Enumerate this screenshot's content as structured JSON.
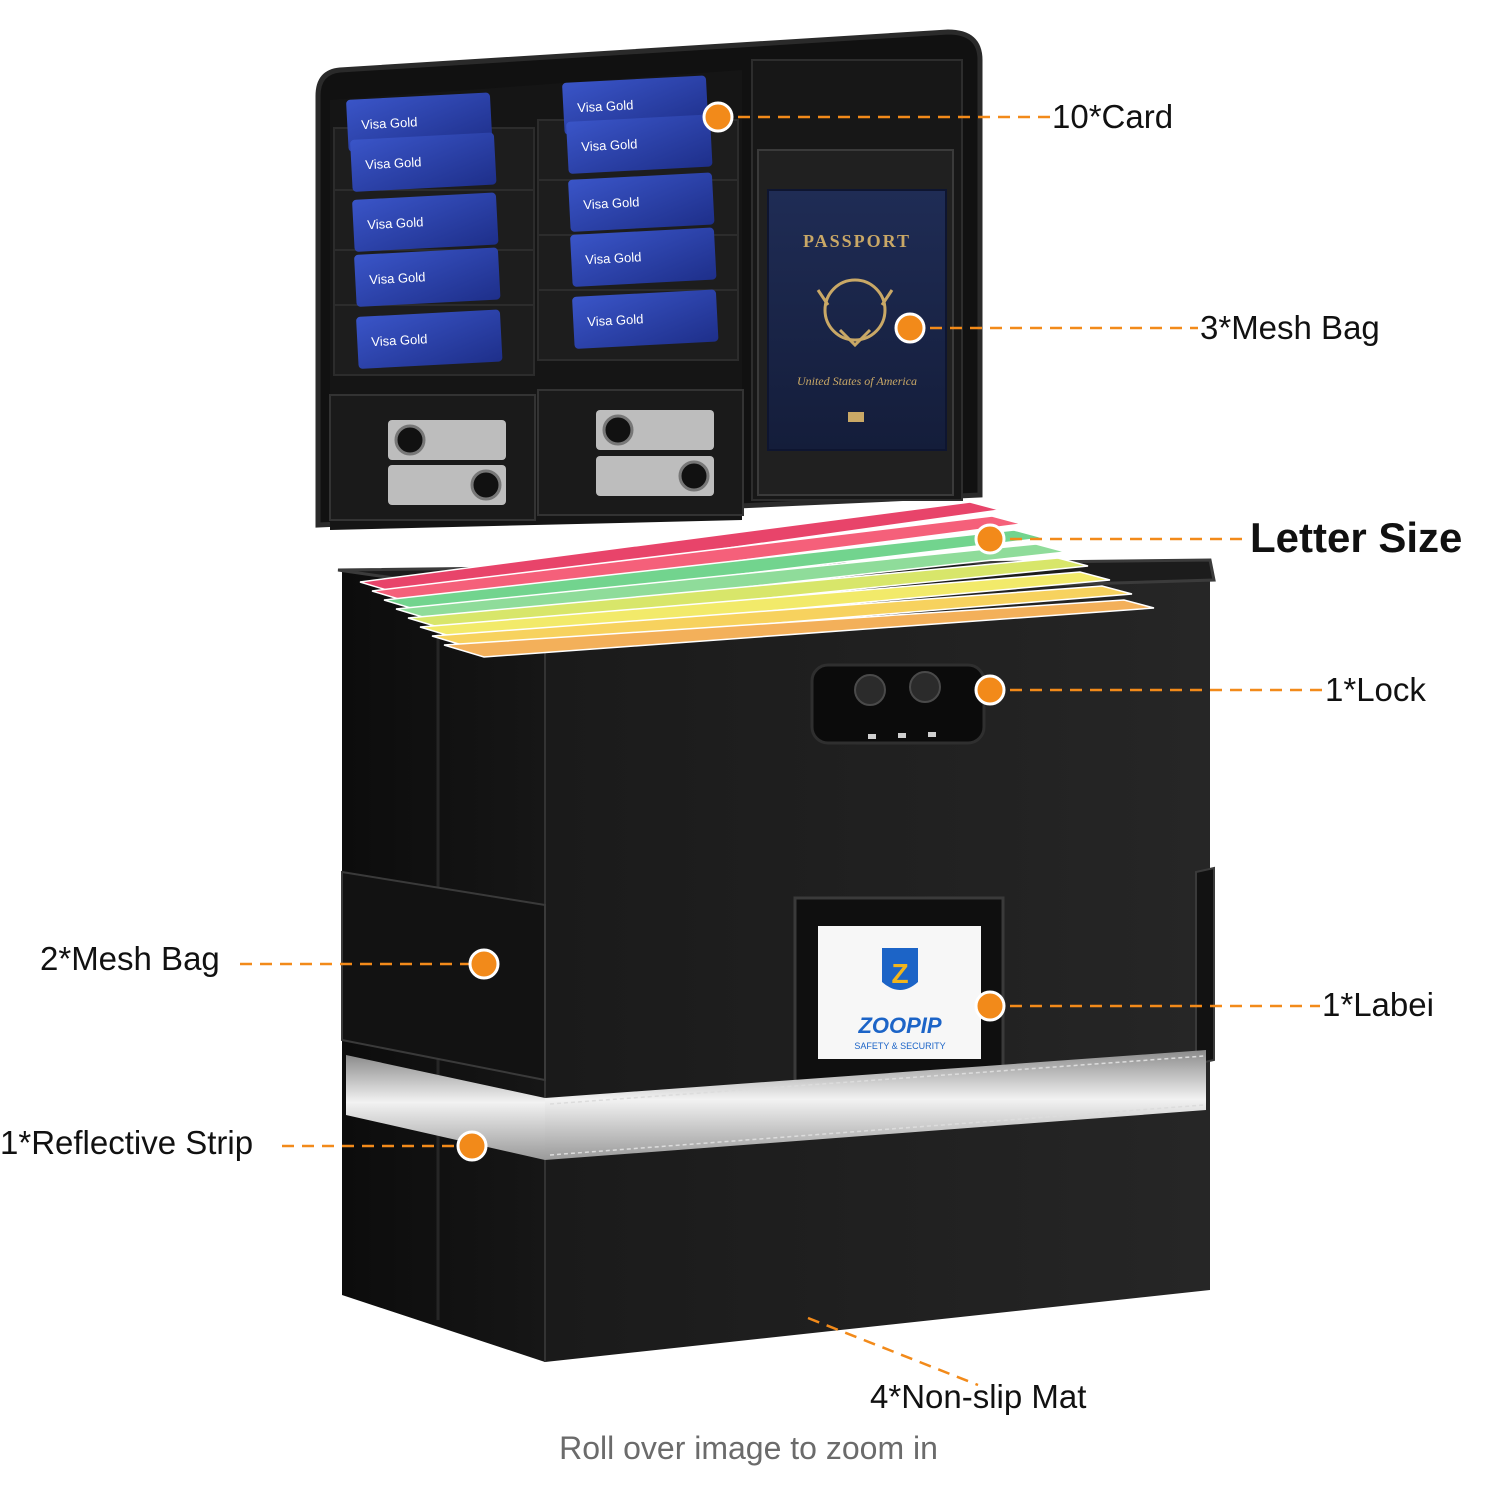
{
  "accent_color": "#f28a1a",
  "cards": {
    "label": "Visa Gold",
    "count": 10
  },
  "passport": {
    "title": "PASSPORT",
    "subtitle": "United States of America"
  },
  "brand": {
    "name": "ZOOPIP",
    "tagline": "SAFETY & SECURITY",
    "logo_letter": "Z"
  },
  "callouts": {
    "card": "10*Card",
    "mesh_bag_top": "3*Mesh Bag",
    "letter_size": "Letter Size",
    "lock": "1*Lock",
    "mesh_bag_side": "2*Mesh Bag",
    "label": "1*Labei",
    "reflective_strip": "1*Reflective Strip",
    "non_slip_mat": "4*Non-slip Mat"
  },
  "caption": "Roll over image to zoom in",
  "folder_colors": [
    "#e8446a",
    "#f5607a",
    "#72d48e",
    "#8fdc9a",
    "#d8e66a",
    "#f2ea6a",
    "#f7d25e",
    "#f3b05a"
  ]
}
